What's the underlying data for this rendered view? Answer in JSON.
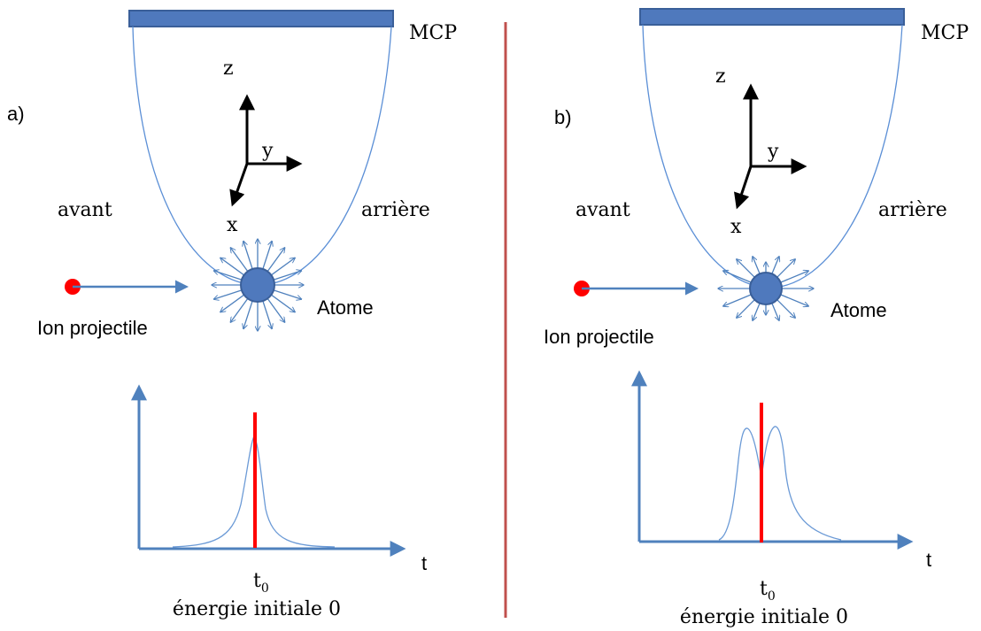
{
  "panels": [
    {
      "id": "a",
      "panel_label": "a)",
      "detector_label": "MCP",
      "axes": {
        "z": "z",
        "y": "y",
        "x": "x"
      },
      "left_side_label": "avant",
      "right_side_label": "arrière",
      "atom_label": "Atome",
      "projectile_label": "Ion projectile",
      "plot_x_axis_label": "t",
      "t0_label": "t",
      "t0_subscript": "0",
      "caption": "énergie initiale 0"
    },
    {
      "id": "b",
      "panel_label": "b)",
      "detector_label": "MCP",
      "axes": {
        "z": "z",
        "y": "y",
        "x": "x"
      },
      "left_side_label": "avant",
      "right_side_label": "arrière",
      "atom_label": "Atome",
      "projectile_label": "Ion projectile",
      "plot_x_axis_label": "t",
      "t0_label": "t",
      "t0_subscript": "0",
      "caption": "énergie initiale 0"
    }
  ],
  "colors": {
    "detector": "#4f79bd",
    "detector_border": "#3a5f99",
    "trajectory": "#5b8fd6",
    "atom": "#4f79bd",
    "projectile": "#ff0000",
    "t0_marker": "#ff0000",
    "divider": "#c0504d",
    "plot_axis": "#4f81bd",
    "signal": "#6b9ad6"
  }
}
